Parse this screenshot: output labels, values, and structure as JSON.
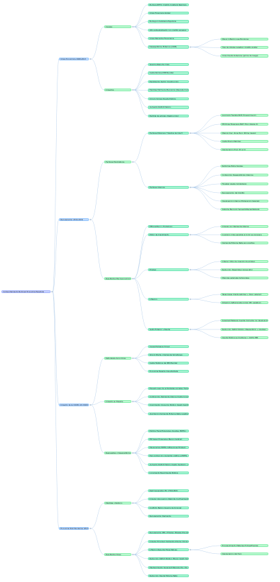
{
  "mindmap": {
    "label": "Comportamiento Nominal Economía Española",
    "children": [
      {
        "label": "Crisis Económica 2008-2013",
        "children": [
          {
            "label": "Causas",
            "children": [
              {
                "label": "Burbuja RETO: Crédito Colateral Residuos"
              },
              {
                "label": "Crisis Financiera Global"
              },
              {
                "label": "Burbuja Inmobiliaria Española"
              },
              {
                "label": "Alto endeudamiento con crédito excesivo"
              },
              {
                "label": "Crisis Mercados Financieros"
              },
              {
                "label": "Desequilibrios Externos (CDM)",
                "children": [
                  {
                    "label": "Mayor Inflación que Eurozona"
                  },
                  {
                    "label": "Tipo de interés negativo (crédito gratis)"
                  },
                  {
                    "label": "Crisis Deuda Soberana (prima de riesgo)"
                  }
                ]
              }
            ]
          },
          {
            "label": "Impactos",
            "children": [
              {
                "label": "Severa etapa de crisis"
              },
              {
                "label": "Caída Nominal PIB Mundial"
              },
              {
                "label": "Paralización Sector Construcción"
              },
              {
                "label": "Medidas Estímulos Bancarios (Rescate Cont.)"
              },
              {
                "label": "Círculo Vicioso Deuda Pública"
              },
              {
                "label": "Aumento Déficit Público"
              },
              {
                "label": "Pérdida de empleo (Destrucción)"
              }
            ]
          }
        ]
      },
      {
        "label": "Recuperación 2014-2019",
        "children": [
          {
            "label": "Factores Explicativos",
            "children": [
              {
                "label": "Factores Externos (\"Vientos de Cola\")",
                "children": [
                  {
                    "label": "Acomodo Flexible BCE (Forward Guid.)"
                  },
                  {
                    "label": "PM Draw Expansiva BCE (Tipo interés 0)"
                  },
                  {
                    "label": "Mejora Crec. Zona Euro (Prima riesgo)"
                  },
                  {
                    "label": "Caída Precio Petróleo"
                  },
                  {
                    "label": "Depreciación Euro (€ vs $)"
                  }
                ]
              },
              {
                "label": "Factores Internos",
                "children": [
                  {
                    "label": "Reformas Estructurales"
                  },
                  {
                    "label": "Contención Desequilibrios Internos"
                  },
                  {
                    "label": "Finalizar Ajuste Inmobiliario"
                  },
                  {
                    "label": "Recuperación del Crédito"
                  },
                  {
                    "label": "Devaluación Interna (Moderación Salarial)"
                  },
                  {
                    "label": "Sistema Bancario Saneado/Recapitalizado"
                  }
                ]
              }
            ]
          },
          {
            "label": "Resultados Macroeconómicos",
            "children": [
              {
                "label": "PIB positivo (> Eurozona)"
              },
              {
                "label": "Motor de Crecimiento",
                "children": [
                  {
                    "label": "Impulso por Demanda Interna"
                  },
                  {
                    "label": "Inversión (más sensible al ciclo) se recupera"
                  },
                  {
                    "label": "Demanda Externa Neta aún positiva"
                  }
                ]
              },
              {
                "label": "Empleo",
                "children": [
                  {
                    "label": "Intenso ritmo de creación de empleo"
                  },
                  {
                    "label": "Reducción Desempleo (sigue alto)"
                  },
                  {
                    "label": "Mejorías salariales temporales"
                  }
                ]
              },
              {
                "label": "Inflación",
                "children": [
                  {
                    "label": "Tasas bajas (Caída petróleo + Devl. salarial)"
                  },
                  {
                    "label": "Situación deflacionista inicial (IPC negativo)"
                  }
                ]
              },
              {
                "label": "Saldo Exterior y Deuda",
                "children": [
                  {
                    "label": "Superávit Balanza Cuenta Corriente (no devaluación)"
                  },
                  {
                    "label": "Reducción Déficit Público (Reequilibrio + Ajustes)"
                  },
                  {
                    "label": "Deuda Pública se mantiene > 100% PIB)"
                  }
                ]
              }
            ]
          }
        ]
      },
      {
        "label": "Impacto de la COVID-19 (2020)",
        "children": [
          {
            "label": "Naturaleza de la Crisis",
            "children": [
              {
                "label": "Causa Exógena (Virus)"
              },
              {
                "label": "Shock Oferta y Demanda Simultáneo"
              },
              {
                "label": "Caída Histórica del PIB Mundial"
              },
              {
                "label": "Economía España más afectada"
              }
            ]
          },
          {
            "label": "Impacto en España",
            "children": [
              {
                "label": "Elevado peso de actividades sociales (Turismo, Hostelería)"
              },
              {
                "label": "Contracción Demanda Interna (Caída Consumo Privado/Inversión)"
              },
              {
                "label": "Crecimiento Consumo Público (Gasto Sanitario)"
              },
              {
                "label": "Aportación Demanda Externa Neta negativa"
              }
            ]
          },
          {
            "label": "Respuestas y Desequilibrios",
            "children": [
              {
                "label": "Política Fiscal Expansiva (Ayudas, ERTEs)"
              },
              {
                "label": "PM Súper Expansiva (Banco Central)"
              },
              {
                "label": "Mecanismos ERTEs (Afiliaciones Empleo)"
              },
              {
                "label": "Para protección (garantía) gráfica a ERTEs"
              },
              {
                "label": "Aumento Déficit Público (Gasto Sanitario + ERTEs)"
              },
              {
                "label": "Incremento Nivel Deuda Pública"
              }
            ]
          }
        ]
      },
      {
        "label": "Economía Post Pandemia (2021+)",
        "children": [
          {
            "label": "Medidas y Retorno",
            "children": [
              {
                "label": "Next Generation EU (7300-800)"
              },
              {
                "label": "Impulso Vacunación (Rebrote Confinamiento)"
              },
              {
                "label": "Conflicto Bélico (Guerra de Ucrania)"
              },
              {
                "label": "Recuperación Demanda"
              }
            ]
          },
          {
            "label": "Resultados Clave",
            "children": [
              {
                "label": "Recuperación PIB y Empleo (Niveles Pre-pandemia)"
              },
              {
                "label": "Impulso Principal: Demanda Interna (Consumo Privado)"
              },
              {
                "label": "Inflación Repunte Expectativas",
                "children": [
                  {
                    "label": "Encarecimiento Materias Primas/Energía"
                  },
                  {
                    "label": "Depreciación del Euro"
                  }
                ]
              },
              {
                "label": "Reducción Déficit Público (Menor Gasto Sanitario)"
              },
              {
                "label": "Mantenimiento Superávit Balanza Cta. Cte. (Turismo)"
              },
              {
                "label": "Reducción Deuda Externa Neta"
              }
            ]
          }
        ]
      }
    ]
  }
}
